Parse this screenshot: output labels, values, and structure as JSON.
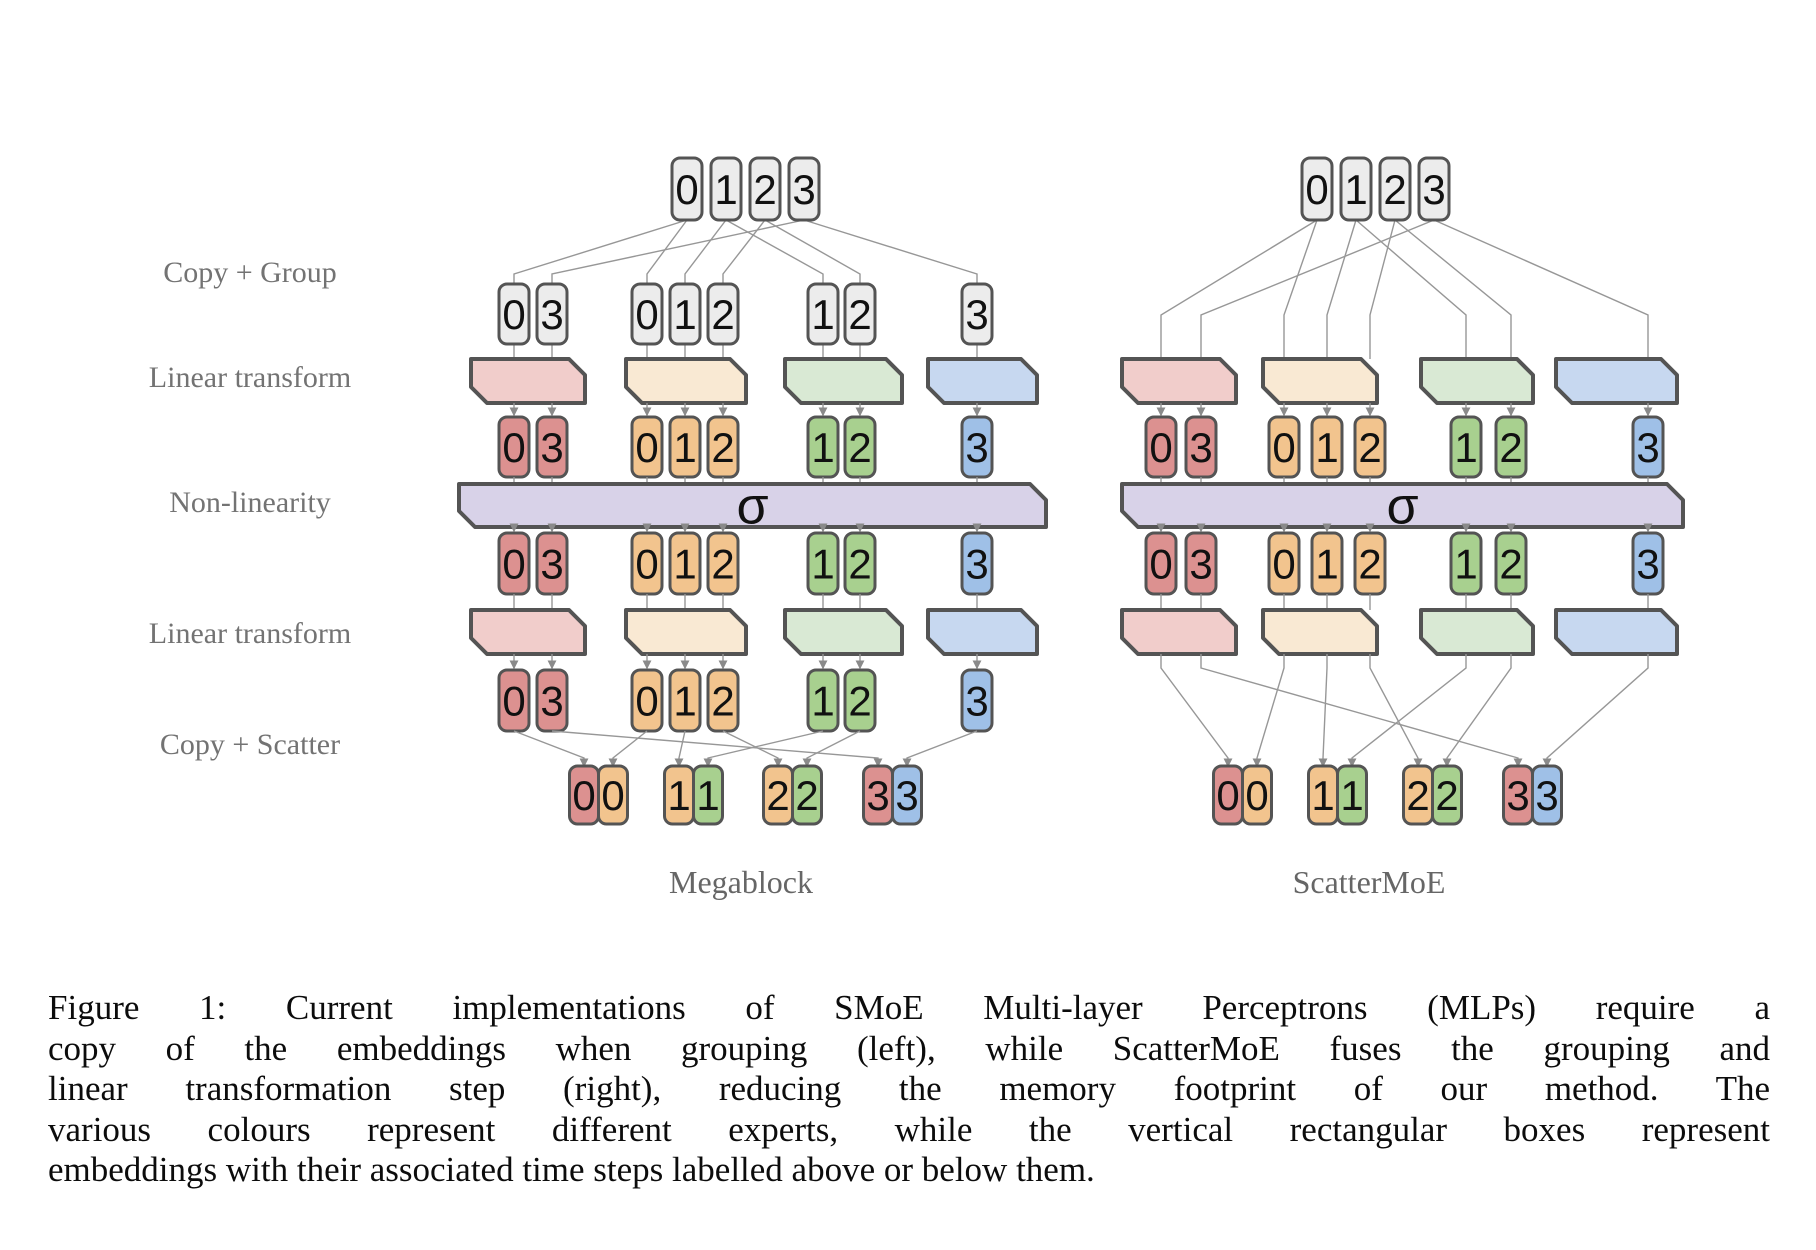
{
  "figure": {
    "row_labels": [
      "Copy + Group",
      "Linear transform",
      "Non-linearity",
      "Linear transform",
      "Copy + Scatter"
    ],
    "diagram_labels": {
      "left": "Megablock",
      "right": "ScatterMoE"
    },
    "sigma_symbol": "σ",
    "top_tokens": [
      "0",
      "1",
      "2",
      "3"
    ],
    "expert_groups": [
      [
        "0",
        "3"
      ],
      [
        "0",
        "1",
        "2"
      ],
      [
        "1",
        "2"
      ],
      [
        "3"
      ]
    ],
    "output_pairs": [
      [
        "0",
        "0"
      ],
      [
        "1",
        "1"
      ],
      [
        "2",
        "2"
      ],
      [
        "3",
        "3"
      ]
    ],
    "pair_expert_indices": [
      [
        0,
        1
      ],
      [
        1,
        2
      ],
      [
        1,
        2
      ],
      [
        0,
        3
      ]
    ],
    "colors": {
      "expert_light": [
        "#f1cdcb",
        "#f9e9d3",
        "#d9e9d4",
        "#c7d8f0"
      ],
      "expert_dark": [
        "#dc9190",
        "#f2c48e",
        "#a8d08f",
        "#9fc0e7"
      ],
      "token_gray": "#ececec",
      "sigma_fill": "#d8d2e8",
      "shape_border": "#545454",
      "line": "#979797",
      "label_text": "#737373",
      "digit_text": "#111111"
    }
  },
  "caption": {
    "lines": [
      "Figure 1: Current implementations of SMoE Multi-layer Perceptrons (MLPs) require a",
      "copy of the embeddings when grouping (left), while ScatterMoE fuses the grouping and",
      "linear transformation step (right), reducing the memory footprint of our method. The",
      "various colours represent different experts, while the vertical rectangular boxes represent",
      "embeddings with their associated time steps labelled above or below them."
    ]
  }
}
